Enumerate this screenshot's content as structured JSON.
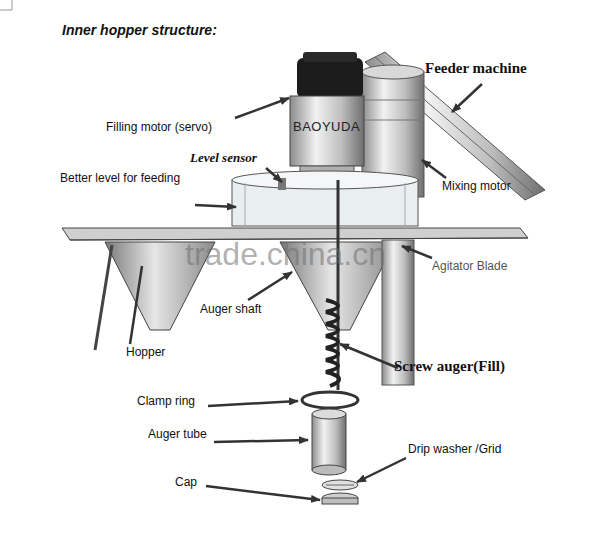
{
  "diagram": {
    "title": "Inner hopper structure:",
    "labels": [
      "Feeder machine",
      "Filling motor (servo)",
      "BAOYUDA",
      "Level sensor",
      "Better level for feeding",
      "Mixing motor",
      "trade.china.cn",
      "Agitator Blade",
      "Auger shaft",
      "Hopper",
      "Screw auger(Fill)",
      "Clamp ring",
      "Auger tube",
      "Drip washer /Grid",
      "Cap"
    ]
  }
}
